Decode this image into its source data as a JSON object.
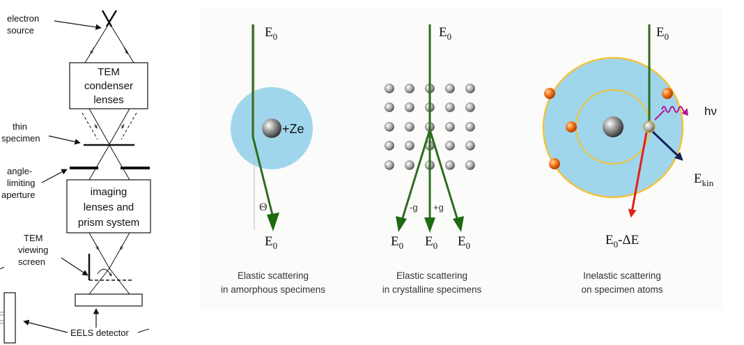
{
  "setup": {
    "electron_source": [
      "electron",
      "source"
    ],
    "condenser_box": [
      "TEM",
      "condenser",
      "lenses"
    ],
    "thin_specimen": [
      "thin",
      "specimen"
    ],
    "aperture": [
      "angle-",
      "limiting",
      "aperture"
    ],
    "imaging_box": [
      "imaging",
      "lenses and",
      "prism system"
    ],
    "viewing_screen": [
      "TEM",
      "viewing",
      "screen"
    ],
    "eels_detector": "EELS detector"
  },
  "panel_amorphous": {
    "incident_label": "E",
    "incident_sub": "0",
    "nucleus_label": "+Ze",
    "angle_label": "Θ",
    "exit_label": "E",
    "exit_sub": "0",
    "caption": [
      "Elastic scattering",
      "in amorphous specimens"
    ],
    "colors": {
      "atom_cloud": "#9fd6ec",
      "beam": "#2e6b1e"
    }
  },
  "panel_crystalline": {
    "incident_label": "E",
    "incident_sub": "0",
    "minus_g_label": "-g",
    "plus_g_label": "+g",
    "exit_labels": [
      {
        "main": "E",
        "sub": "0"
      },
      {
        "main": "E",
        "sub": "0"
      },
      {
        "main": "E",
        "sub": "0"
      }
    ],
    "caption": [
      "Elastic scattering",
      "in crystalline specimens"
    ],
    "colors": {
      "beam": "#2e6b1e",
      "atoms": "#9a9a9a"
    }
  },
  "panel_inelastic": {
    "incident_label": "E",
    "incident_sub": "0",
    "photon_label": "hν",
    "ekin_main": "E",
    "ekin_sub": "kin",
    "loss_main": "E",
    "loss_sub": "0",
    "loss_suffix": "-ΔE",
    "caption": [
      "Inelastic scattering",
      "on specimen atoms"
    ],
    "colors": {
      "atom": "#9fd6ec",
      "orbit": "#f2c23a",
      "electron": "#f06a10",
      "photon": "#b0189a",
      "ekin_arrow": "#14205e",
      "loss_arrow": "#e02018",
      "beam": "#2e6b1e"
    }
  }
}
